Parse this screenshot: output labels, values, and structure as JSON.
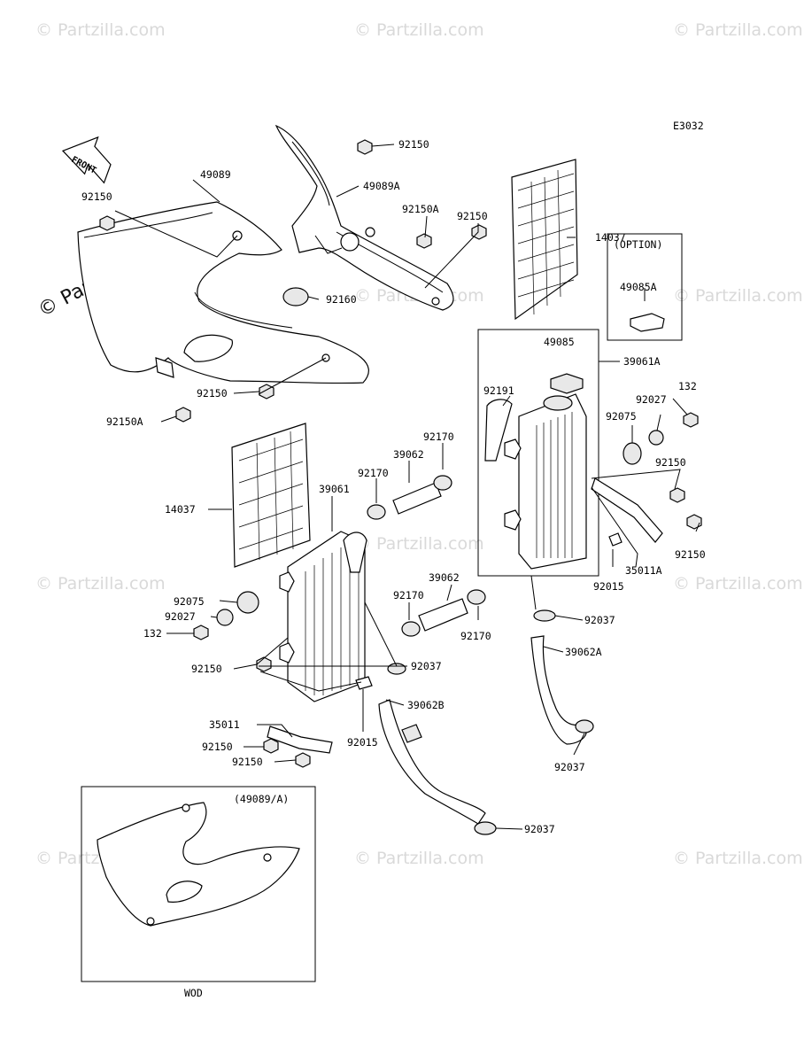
{
  "diagram": {
    "code": "E3032",
    "front_label": "FRONT",
    "labels": {
      "l49089": "49089",
      "l92150_a": "92150",
      "l49089A": "49089A",
      "l92150_b": "92150",
      "l92150A_a": "92150A",
      "l92150_c": "92150",
      "l14037_a": "14037",
      "l92160": "92160",
      "l92150_d": "92150",
      "l92150A_b": "92150A",
      "option_title": "(OPTION)",
      "l49085A": "49085A",
      "l49085": "49085",
      "l39061A": "39061A",
      "l92191": "92191",
      "l132_a": "132",
      "l92027_a": "92027",
      "l92075_a": "92075",
      "l92170_a": "92170",
      "l39062_a": "39062",
      "l92170_b": "92170",
      "l39061": "39061",
      "l92150_e": "92150",
      "l14037_b": "14037",
      "l92150_f": "92150",
      "l35011A": "35011A",
      "l92015_a": "92015",
      "l39062_b": "39062",
      "l92170_c": "92170",
      "l92170_d": "92170",
      "l92075_b": "92075",
      "l92027_b": "92027",
      "l132_b": "132",
      "l92037_a": "92037",
      "l39062A": "39062A",
      "l92150_g": "92150",
      "l92037_b": "92037",
      "l35011": "35011",
      "l39062B": "39062B",
      "l92150_h": "92150",
      "l92015_b": "92015",
      "l92150_i": "92150",
      "l92037_c": "92037",
      "inset_title": "(49089/A)",
      "l92037_d": "92037",
      "inset_caption": "WOD"
    }
  },
  "watermarks": {
    "text": "© Partzilla.com",
    "main_text": "© Partzilla.com"
  }
}
